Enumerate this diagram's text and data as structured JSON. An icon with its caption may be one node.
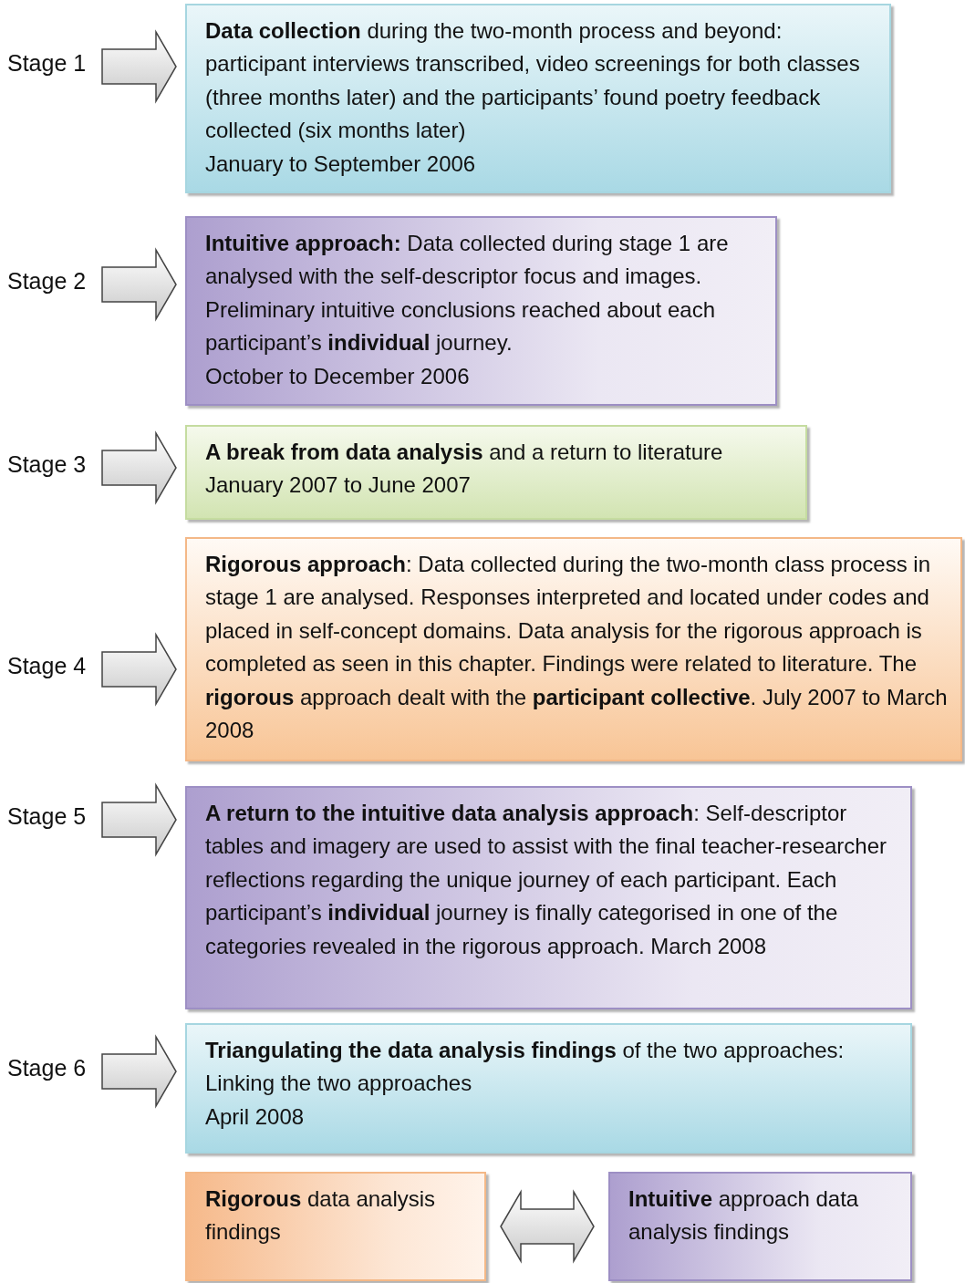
{
  "diagram": {
    "nodes": [
      {
        "text": [
          "Stage 1"
        ]
      },
      {
        "text": [
          "**Data collection** during the two-month process and beyond: participant interviews transcribed, video screenings for both classes (three months later) and the participants’ found poetry feedback collected (six months later)",
          "January to September 2006"
        ]
      },
      {
        "text": [
          "Stage 2"
        ]
      },
      {
        "text": [
          "**Intuitive approach:** Data collected during stage 1 are analysed with the self-descriptor focus and images. Preliminary intuitive conclusions reached about each participant’s **individual** journey.",
          "October to December 2006"
        ]
      },
      {
        "text": [
          "Stage 3"
        ]
      },
      {
        "text": [
          "**A break from data analysis** and a return to literature",
          "January 2007 to June 2007"
        ]
      },
      {
        "text": [
          "Stage 4"
        ]
      },
      {
        "text": [
          "**Rigorous approach**: Data collected during the two-month class process in stage 1 are analysed. Responses interpreted and located under codes and placed in self-concept domains. Data analysis for the rigorous approach is completed as seen in this chapter. Findings were related to literature. The **rigorous** approach dealt with the **participant collective**. July 2007 to March 2008"
        ]
      },
      {
        "text": [
          "Stage 5"
        ]
      },
      {
        "text": [
          "**A return to the intuitive data analysis approach**: Self-descriptor tables and imagery are used to assist with the final teacher-researcher reflections regarding the unique journey of each participant. Each participant’s **individual** journey is finally categorised in one of the categories revealed in the rigorous approach. March 2008"
        ]
      },
      {
        "text": [
          "Stage 6"
        ]
      },
      {
        "text": [
          "**Triangulating the data analysis findings** of the two approaches: Linking the two approaches",
          "April 2008"
        ]
      },
      {
        "text": [
          "**Rigorous** data analysis findings"
        ]
      },
      {
        "text": [
          "**Intuitive** approach data analysis findings"
        ]
      }
    ],
    "edges": [
      {
        "from": 0,
        "to": 1,
        "arrow": "to"
      },
      {
        "from": 2,
        "to": 3,
        "arrow": "to"
      },
      {
        "from": 4,
        "to": 5,
        "arrow": "to"
      },
      {
        "from": 6,
        "to": 7,
        "arrow": "to"
      },
      {
        "from": 8,
        "to": 9,
        "arrow": "to"
      },
      {
        "from": 10,
        "to": 11,
        "arrow": "to"
      },
      {
        "from": 12,
        "to": 13,
        "arrow": "both"
      }
    ]
  }
}
